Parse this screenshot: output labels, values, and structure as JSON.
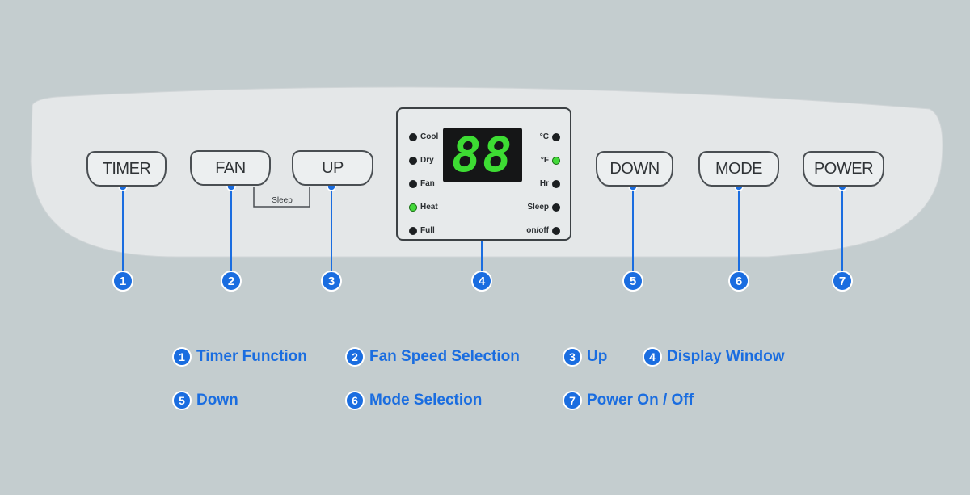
{
  "buttons": {
    "timer": "TIMER",
    "fan": "FAN",
    "up": "UP",
    "down": "DOWN",
    "mode": "MODE",
    "power": "POWER"
  },
  "sleep_bracket_label": "Sleep",
  "display": {
    "digits": "88",
    "left_indicators": [
      {
        "label": "Cool",
        "lit": false
      },
      {
        "label": "Dry",
        "lit": false
      },
      {
        "label": "Fan",
        "lit": false
      },
      {
        "label": "Heat",
        "lit": true
      },
      {
        "label": "Full",
        "lit": false
      }
    ],
    "right_indicators": [
      {
        "label": "°C",
        "lit": false
      },
      {
        "label": "°F",
        "lit": true
      },
      {
        "label": "Hr",
        "lit": false
      },
      {
        "label": "Sleep",
        "lit": false
      },
      {
        "label": "on/off",
        "lit": false
      }
    ]
  },
  "callouts": [
    "1",
    "2",
    "3",
    "4",
    "5",
    "6",
    "7"
  ],
  "legend": [
    {
      "num": "1",
      "text": "Timer Function"
    },
    {
      "num": "2",
      "text": "Fan Speed Selection"
    },
    {
      "num": "3",
      "text": "Up"
    },
    {
      "num": "4",
      "text": "Display Window"
    },
    {
      "num": "5",
      "text": "Down"
    },
    {
      "num": "6",
      "text": "Mode Selection"
    },
    {
      "num": "7",
      "text": "Power On / Off"
    }
  ],
  "colors": {
    "background": "#c4cdcf",
    "panel": "#e4e7e8",
    "callout_blue": "#1a6de0",
    "lit_indicator": "#43d93a",
    "digit_green": "#3ddc33"
  }
}
